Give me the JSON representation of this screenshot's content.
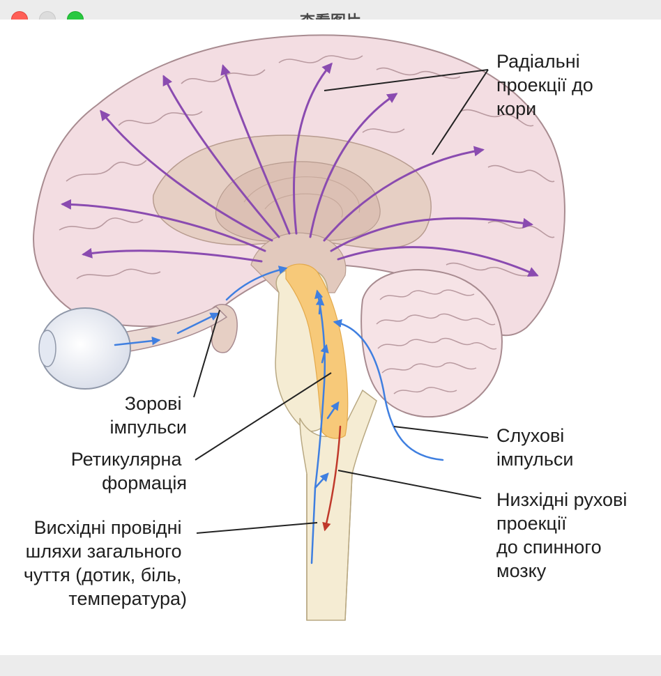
{
  "window": {
    "title": "查看图片",
    "controls": [
      "close-icon",
      "minimize-icon",
      "maximize-icon"
    ]
  },
  "diagram": {
    "labels": {
      "radial_projections": [
        "Радіальні",
        "проекції до",
        "кори"
      ],
      "visual_impulses": [
        "Зорові",
        "імпульси"
      ],
      "reticular_formation": [
        "Ретикулярна",
        "формація"
      ],
      "ascending_pathways": [
        "Висхідні провідні",
        "шляхи загального",
        "чуття (дотик, біль,",
        "температура)"
      ],
      "auditory_impulses": [
        "Слухові",
        "імпульси"
      ],
      "descending_motor": [
        "Низхідні рухові",
        "проекції",
        "до спинного",
        "мозку"
      ]
    },
    "colors": {
      "cortex": "#f3dde2",
      "cortex_outline": "#a88b90",
      "inner_brain": "#e6cfc4",
      "cerebellum": "#f6e3e6",
      "brainstem": "#f5ecd3",
      "reticular": "#f7c979",
      "radial_arrow": "#8a4bb0",
      "sensory_arrow": "#3f7fe0",
      "motor_arrow": "#c0392b",
      "leader_line": "#222222"
    }
  }
}
